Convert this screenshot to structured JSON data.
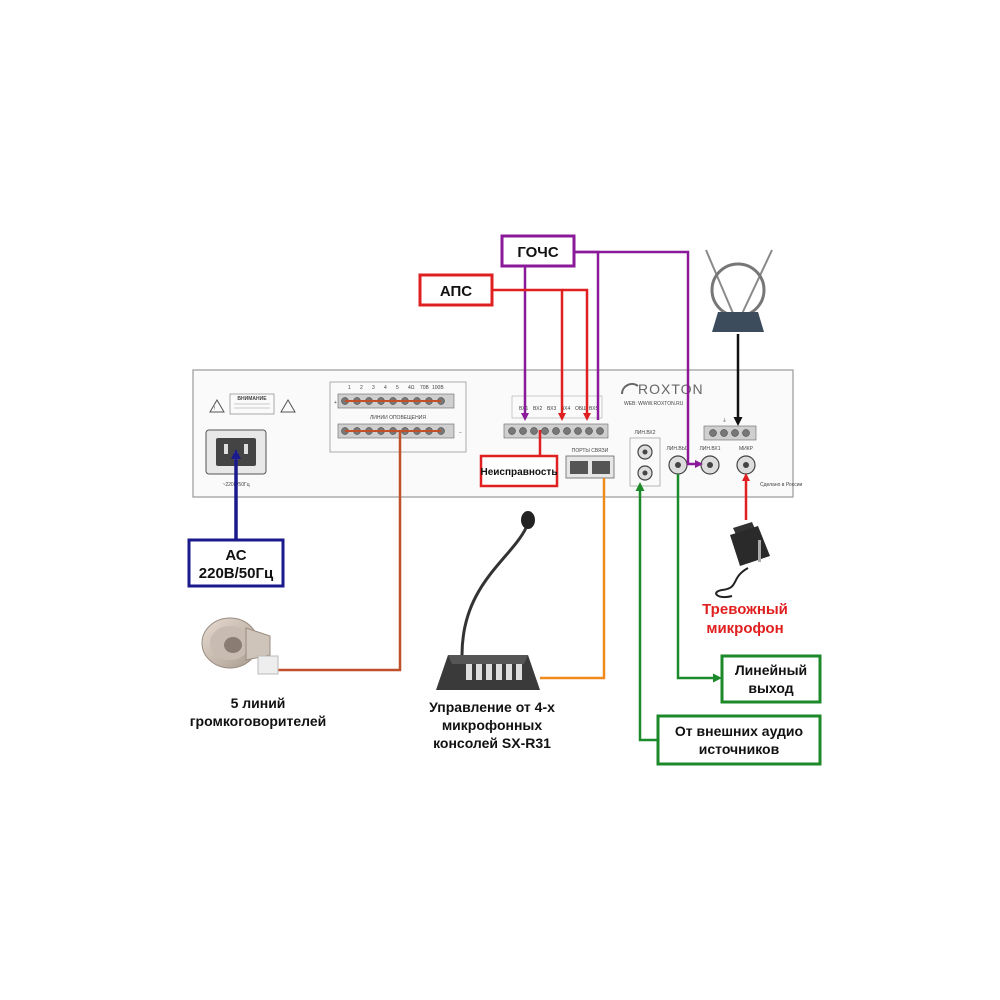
{
  "device": {
    "brand": "ROXTON",
    "web": "WEB: WWW.ROXTON.RU",
    "warning": "ВНИМАНИЕ",
    "power_label": "~220В/50Гц",
    "zones_title": "ЛИНИИ ОПОВЕЩЕНИЯ",
    "zone_numbers": [
      "1",
      "2",
      "3",
      "4",
      "5",
      "4Ω",
      "70В",
      "100В"
    ],
    "ports_label": "ПОРТЫ СВЯЗИ",
    "line_in2": "ЛИН.ВХ2",
    "line_out": "ЛИН.ВЫХ",
    "line_in1": "ЛИН.ВХ1",
    "mic": "МИКР",
    "made_in": "Сделано в России",
    "terminal_labels": [
      "ВХ1",
      "ВХ2",
      "ВХ3",
      "ВХ4",
      "ОБЩ",
      "ВХ5"
    ]
  },
  "labels": {
    "gochs": "ГОЧС",
    "aps": "АПС",
    "fault": "Неисправность",
    "ac_line1": "АС",
    "ac_line2": "220В/50Гц",
    "speakers_line1": "5 линий",
    "speakers_line2": "громкоговорителей",
    "consoles_line1": "Управление от 4-х",
    "consoles_line2": "микрофонных",
    "consoles_line3": "консолей SX-R31",
    "alarm_mic_line1": "Тревожный",
    "alarm_mic_line2": "микрофон",
    "line_out_line1": "Линейный",
    "line_out_line2": "выход",
    "ext_audio_line1": "От внешних аудио",
    "ext_audio_line2": "источников"
  },
  "colors": {
    "gochs": "#8a1a9a",
    "aps": "#e02020",
    "ac": "#1a1a8c",
    "speaker_line": "#c0502a",
    "console_line": "#f08a1c",
    "audio": "#1c8a2a",
    "antenna": "#111111",
    "fault": "#e02020"
  }
}
